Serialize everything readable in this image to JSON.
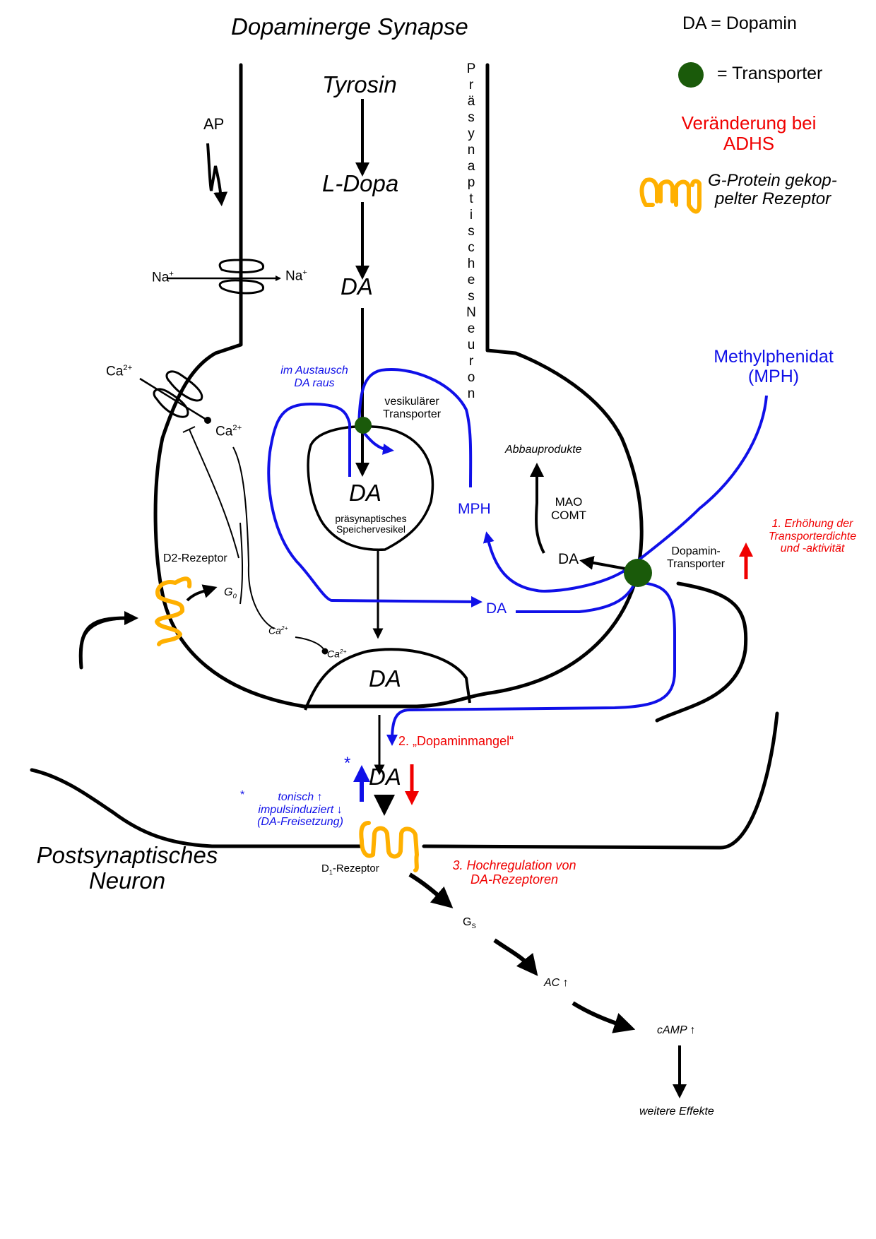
{
  "title": "Dopaminerge Synapse",
  "legend": {
    "da_definition": "DA = Dopamin",
    "transporter_symbol": "= Transporter",
    "adhs_change": [
      "Veränderung bei",
      "ADHS"
    ],
    "gpcr_label": [
      "G-Protein gekop-",
      "pelter Rezeptor"
    ],
    "colors": {
      "transporter": "#1a5a0a",
      "receptor": "#ffb000",
      "adhs": "#f00000",
      "mph": "#1010e8",
      "membrane": "#000000"
    }
  },
  "presynaptic": {
    "vertical_label": "Präsynaptisches Neuron",
    "action_potential": "AP",
    "sodium_in": "Na",
    "sodium_out": "Na",
    "sodium_charge": "+",
    "calcium_out": "Ca",
    "calcium_in": "Ca",
    "calcium_charge": "2+",
    "synthesis": [
      "Tyrosin",
      "L-Dopa",
      "DA"
    ],
    "exchange_note": [
      "im Austausch",
      "DA raus"
    ],
    "vesicular_transporter": [
      "vesikulärer",
      "Transporter"
    ],
    "vesicle_content": "DA",
    "vesicle_label": [
      "präsynaptisches",
      "Speichervesikel"
    ],
    "mph_inside": "MPH",
    "degradation_products": "Abbauprodukte",
    "enzymes": [
      "MAO",
      "COMT"
    ],
    "da_cytosol": "DA",
    "da_blue": "DA",
    "d2_receptor": "D2-Rezeptor",
    "g0": "G",
    "g0_sub": "0",
    "ca_small_1": "Ca",
    "ca_small_2": "Ca",
    "release_vesicle_content": "DA",
    "dopamine_transporter": [
      "Dopamin-",
      "Transporter"
    ]
  },
  "drug": {
    "name": [
      "Methylphenidat",
      "(MPH)"
    ]
  },
  "adhs_changes": {
    "change_1": [
      "1. Erhöhung der",
      "Transporterdichte",
      "und -aktivität"
    ],
    "change_2": "2. „Dopaminmangel“",
    "change_3": [
      "3. Hochregulation von",
      "DA-Rezeptoren"
    ]
  },
  "cleft": {
    "da": "DA",
    "asterisk": "*",
    "footnote_mark": "*",
    "footnote": [
      "tonisch ↑",
      "impulsinduziert ↓",
      "(DA-Freisetzung)"
    ]
  },
  "postsynaptic": {
    "label": [
      "Postsynaptisches",
      "Neuron"
    ],
    "d1_receptor_prefix": "D",
    "d1_receptor_sub": "1",
    "d1_receptor_suffix": "-Rezeptor",
    "gs": "G",
    "gs_sub": "S",
    "ac": "AC ↑",
    "camp": "cAMP ↑",
    "further": "weitere Effekte"
  }
}
